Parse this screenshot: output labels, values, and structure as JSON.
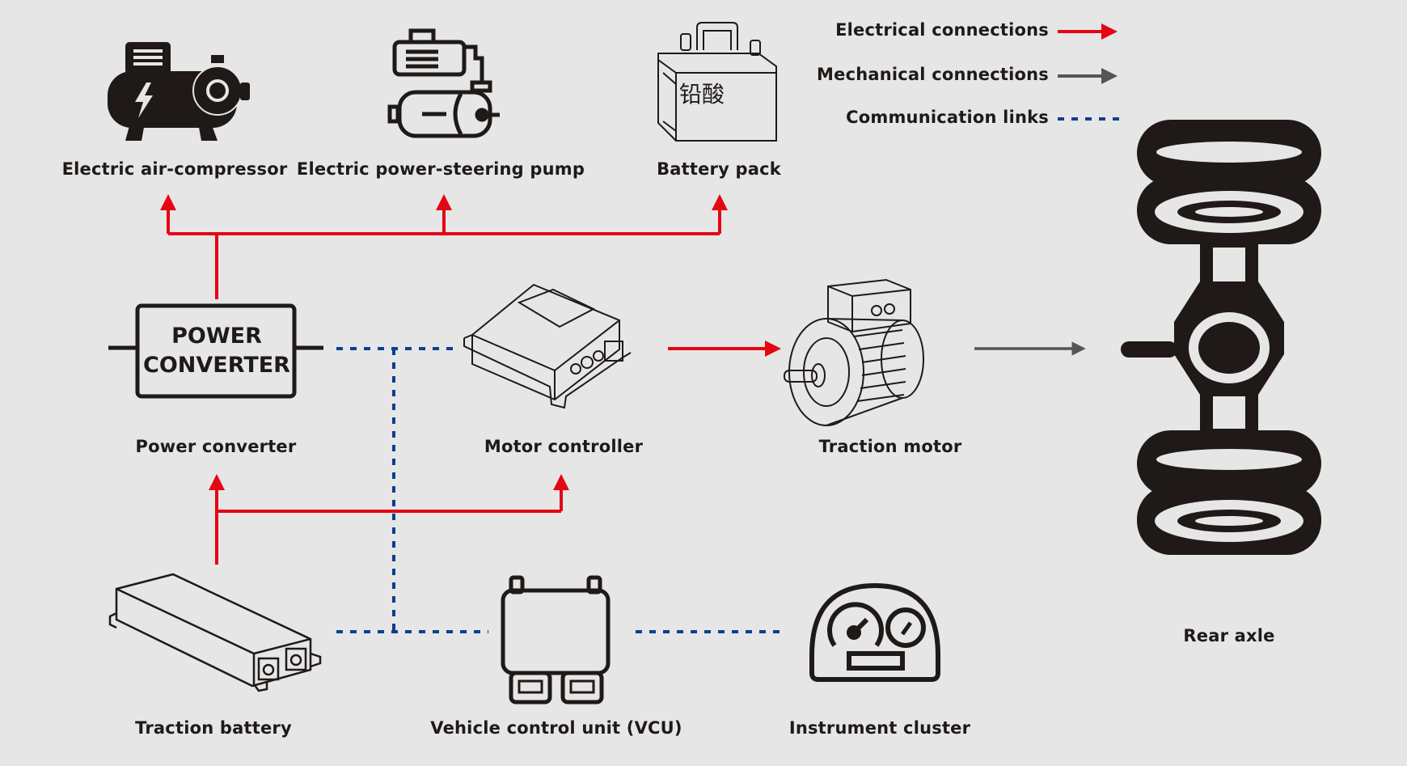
{
  "legend": {
    "electrical": {
      "label": "Electrical connections",
      "color": "#e30613",
      "style": "solid-arrow"
    },
    "mechanical": {
      "label": "Mechanical connections",
      "color": "#555555",
      "style": "solid-arrow"
    },
    "communication": {
      "label": "Communication links",
      "color": "#0d3f8f",
      "style": "dotted"
    }
  },
  "components": {
    "air_compressor": {
      "label": "Electric air-compressor",
      "icon": "air-compressor-icon"
    },
    "steering_pump": {
      "label": "Electric power-steering pump",
      "icon": "steering-pump-icon"
    },
    "battery_pack": {
      "label": "Battery pack",
      "icon": "lead-acid-battery-icon",
      "icon_text": "铅酸"
    },
    "power_converter": {
      "label": "Power converter",
      "box_line1": "POWER",
      "box_line2": "CONVERTER"
    },
    "motor_controller": {
      "label": "Motor controller",
      "icon": "motor-controller-icon"
    },
    "traction_motor": {
      "label": "Traction motor",
      "icon": "electric-motor-icon"
    },
    "rear_axle": {
      "label": "Rear axle",
      "icon": "axle-icon"
    },
    "traction_battery": {
      "label": "Traction battery",
      "icon": "battery-module-icon"
    },
    "vcu": {
      "label": "Vehicle control unit (VCU)",
      "icon": "ecu-icon"
    },
    "instrument_cluster": {
      "label": "Instrument cluster",
      "icon": "dashboard-gauge-icon"
    }
  },
  "connections": [
    {
      "from": "power_converter",
      "to": "air_compressor",
      "type": "electrical"
    },
    {
      "from": "power_converter",
      "to": "steering_pump",
      "type": "electrical"
    },
    {
      "from": "power_converter",
      "to": "battery_pack",
      "type": "electrical"
    },
    {
      "from": "traction_battery",
      "to": "power_converter",
      "type": "electrical"
    },
    {
      "from": "traction_battery",
      "to": "motor_controller",
      "type": "electrical"
    },
    {
      "from": "motor_controller",
      "to": "traction_motor",
      "type": "electrical"
    },
    {
      "from": "traction_motor",
      "to": "rear_axle",
      "type": "mechanical"
    },
    {
      "from": "power_converter",
      "to": "motor_controller",
      "type": "communication"
    },
    {
      "from": "traction_battery",
      "to": "vcu",
      "type": "communication"
    },
    {
      "from": "vcu",
      "to": "instrument_cluster",
      "type": "communication"
    }
  ]
}
